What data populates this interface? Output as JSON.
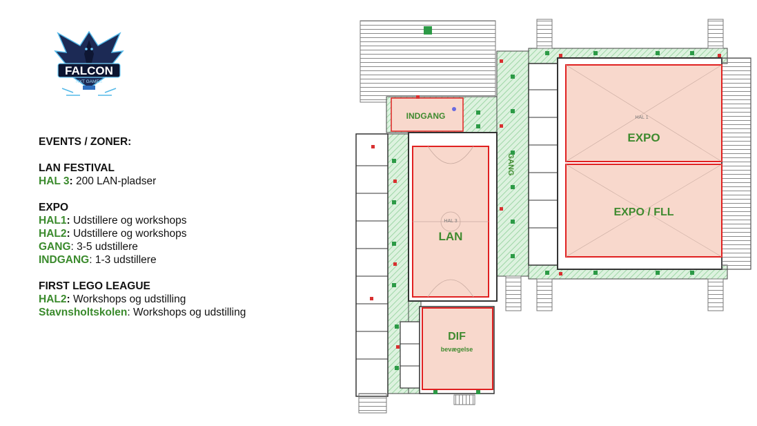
{
  "logo": {
    "title": "FALCON",
    "subtitle": "NXT GAMES"
  },
  "legend": {
    "heading": "EVENTS / ZONER:",
    "sections": [
      {
        "title": "LAN FESTIVAL",
        "rows": [
          {
            "zone": "HAL 3",
            "sep": ":",
            "text": " 200 LAN-pladser"
          }
        ]
      },
      {
        "title": "EXPO",
        "rows": [
          {
            "zone": "HAL1",
            "sep": ":",
            "text": " Udstillere og workshops"
          },
          {
            "zone": "HAL2",
            "sep": ":",
            "text": " Udstillere og workshops"
          },
          {
            "zone": "GANG",
            "sep": ":",
            "text": " 3-5 udstillere"
          },
          {
            "zone": "INDGANG",
            "sep": ":",
            "text": " 1-3 udstillere"
          }
        ]
      },
      {
        "title": "FIRST LEGO LEAGUE",
        "rows": [
          {
            "zone": "HAL2",
            "sep": ":",
            "text": " Workshops og udstilling"
          },
          {
            "zone": "Stavnsholtskolen",
            "sep": ":",
            "text": " Workshops og udstilling"
          }
        ]
      }
    ]
  },
  "map": {
    "labels": {
      "indgang": "INDGANG",
      "gang": "GANG",
      "hal3_small": "HAL 3",
      "lan": "LAN",
      "hal1_small": "HAL 1",
      "expo": "EXPO",
      "expo_fll": "EXPO / FLL",
      "dif": "DIF",
      "dif_sub": "bevægelse"
    }
  },
  "colors": {
    "zone_green": "#3f8a2f",
    "zone_red": "#e02020",
    "zone_fill": "#f8d8cc",
    "hatch": "#a8dcae"
  }
}
